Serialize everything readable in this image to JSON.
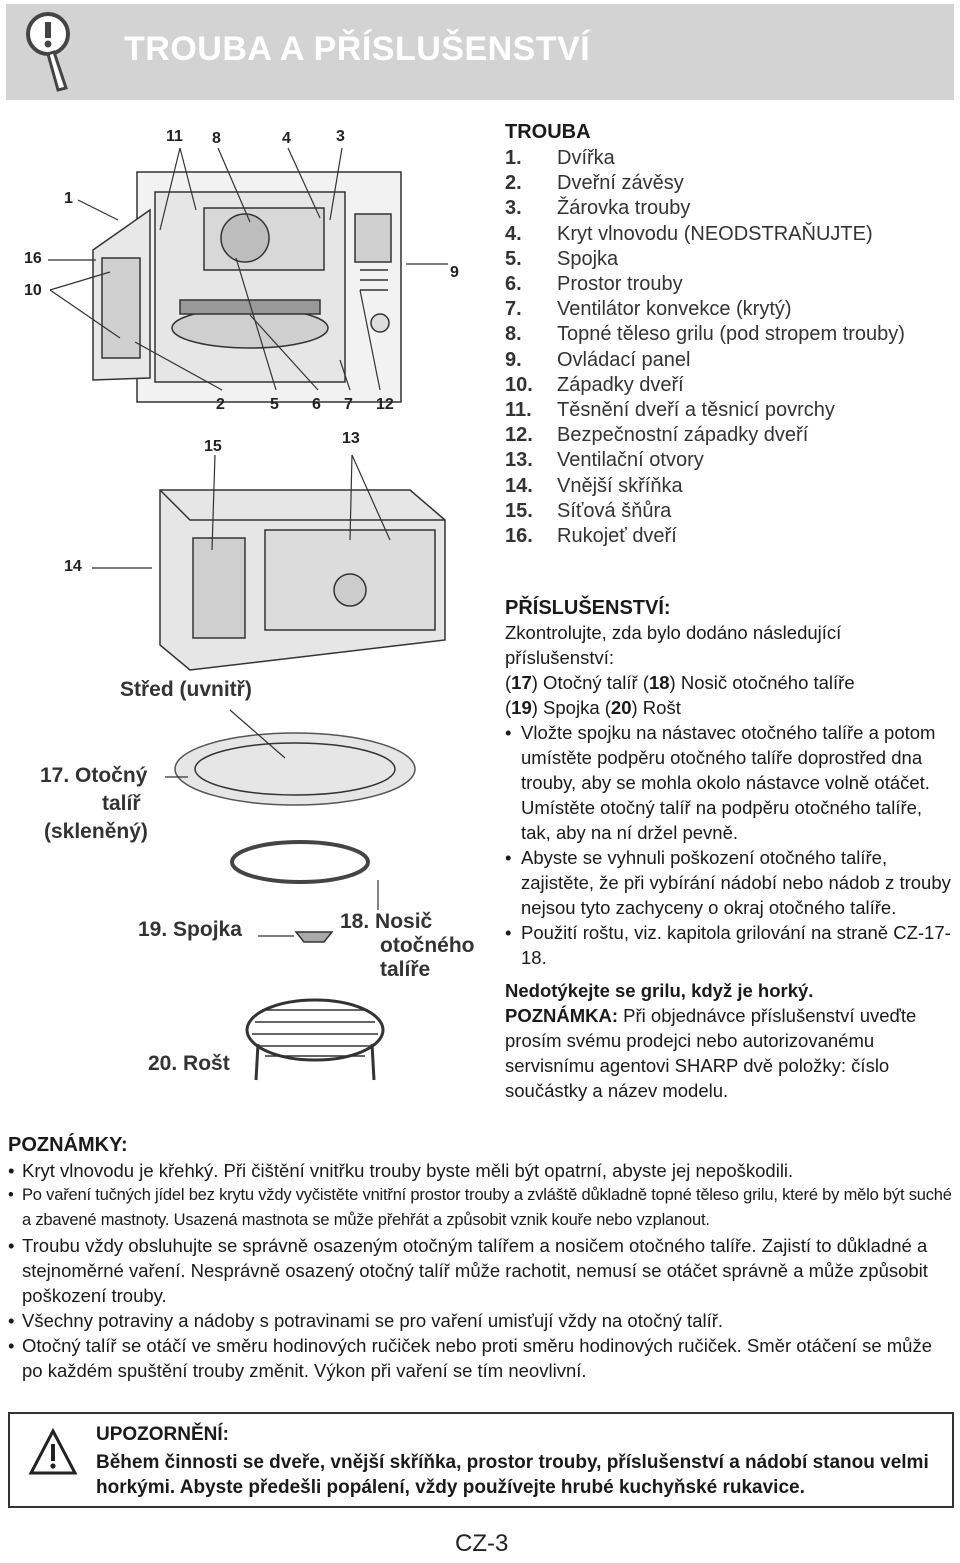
{
  "header": {
    "title": "TROUBA A PŘÍSLUŠENSTVÍ",
    "icon": "info-magnifier-icon"
  },
  "figure": {
    "callouts": {
      "c1": "1",
      "c16": "16",
      "c10": "10",
      "c11": "11",
      "c8": "8",
      "c4": "4",
      "c3": "3",
      "c9": "9",
      "c2": "2",
      "c5": "5",
      "c6": "6",
      "c7": "7",
      "c12": "12",
      "c15": "15",
      "c13": "13",
      "c14": "14"
    },
    "labels": {
      "center": "Střed (uvnitř)",
      "turntable_1": "17. Otočný",
      "turntable_2": "talíř",
      "turntable_3": "(skleněný)",
      "coupling": "19. Spojka",
      "support_1": "18. Nosič",
      "support_2": "otočného",
      "support_3": "talíře",
      "rack": "20. Rošt"
    }
  },
  "oven": {
    "title": "TROUBA",
    "items": [
      {
        "n": "1.",
        "text": "Dvířka"
      },
      {
        "n": "2.",
        "text": "Dveřní závěsy"
      },
      {
        "n": "3.",
        "text": "Žárovka trouby"
      },
      {
        "n": "4.",
        "text": "Kryt vlnovodu (NEODSTRAŇUJTE)"
      },
      {
        "n": "5.",
        "text": "Spojka"
      },
      {
        "n": "6.",
        "text": "Prostor trouby"
      },
      {
        "n": "7.",
        "text": "Ventilátor konvekce (krytý)"
      },
      {
        "n": "8.",
        "text": "Topné těleso grilu (pod stropem trouby)"
      },
      {
        "n": "9.",
        "text": "Ovládací panel"
      },
      {
        "n": "10.",
        "text": "Západky dveří"
      },
      {
        "n": "11.",
        "text": "Těsnění dveří a těsnicí povrchy"
      },
      {
        "n": "12.",
        "text": "Bezpečnostní západky dveří"
      },
      {
        "n": "13.",
        "text": "Ventilační otvory"
      },
      {
        "n": "14.",
        "text": "Vnější skříňka"
      },
      {
        "n": "15.",
        "text": "Síťová šňůra"
      },
      {
        "n": "16.",
        "text": "Rukojeť dveří"
      }
    ]
  },
  "accessories": {
    "title": "PŘÍSLUŠENSTVÍ:",
    "intro": "Zkontrolujte, zda bylo dodáno následující příslušenství:",
    "line1": {
      "p1": "(",
      "n17": "17",
      "p2": ") Otočný talíř (",
      "n18": "18",
      "p3": ") Nosič otočného talíře"
    },
    "line2": {
      "p1": "(",
      "n19": "19",
      "p2": ") Spojka (",
      "n20": "20",
      "p3": ") Rošt"
    },
    "bullets": [
      "Vložte spojku na nástavec otočného talíře a potom umístěte podpěru otočného talíře doprostřed dna trouby, aby se mohla okolo nástavce volně otáčet. Umístěte otočný talíř na podpěru otočného talíře, tak, aby na ní držel pevně.",
      "Abyste se vyhnuli poškození otočného talíře, zajistěte, že při vybírání nádobí nebo nádob z trouby nejsou tyto zachyceny o okraj otočného talíře.",
      "Použití roštu, viz. kapitola grilování na straně CZ-17-18."
    ],
    "no_touch": "Nedotýkejte se grilu, když je horký.",
    "note_label": "POZNÁMKA:",
    "note_text": " Při objednávce příslušenství uveďte prosím svému prodejci nebo autorizovanému servisnímu agentovi SHARP dvě položky: číslo součástky a název modelu."
  },
  "notes": {
    "title": "POZNÁMKY:",
    "items": [
      "Kryt vlnovodu je křehký. Při čištění vnitřku trouby byste měli být opatrní, abyste jej nepoškodili.",
      "Po vaření tučných jídel bez krytu vždy vyčistěte vnitřní prostor trouby a zvláště důkladně topné těleso grilu, které by mělo být suché a zbavené mastnoty. Usazená mastnota se může přehřát a způsobit vznik kouře nebo vzplanout.",
      "Troubu vždy obsluhujte se správně osazeným otočným talířem a nosičem otočného talíře. Zajistí to důkladné a stejnoměrné vaření. Nesprávně osazený otočný talíř může rachotit, nemusí se otáčet správně a může způsobit poškození trouby.",
      "Všechny potraviny a nádoby s potravinami se pro vaření umisťují vždy na otočný talíř.",
      "Otočný talíř se otáčí ve směru hodinových ručiček nebo proti směru hodinových ručiček. Směr otáčení se může po každém spuštění trouby změnit. Výkon při vaření se tím neovlivní."
    ]
  },
  "warning": {
    "title": "UPOZORNĚNÍ:",
    "text": "Během činnosti se dveře, vnější skříňka, prostor trouby, příslušenství a nádobí stanou velmi horkými. Abyste předešli popálení, vždy používejte hrubé kuchyňské rukavice.",
    "icon": "warning-triangle-icon"
  },
  "footer": {
    "page": "CZ-3"
  }
}
